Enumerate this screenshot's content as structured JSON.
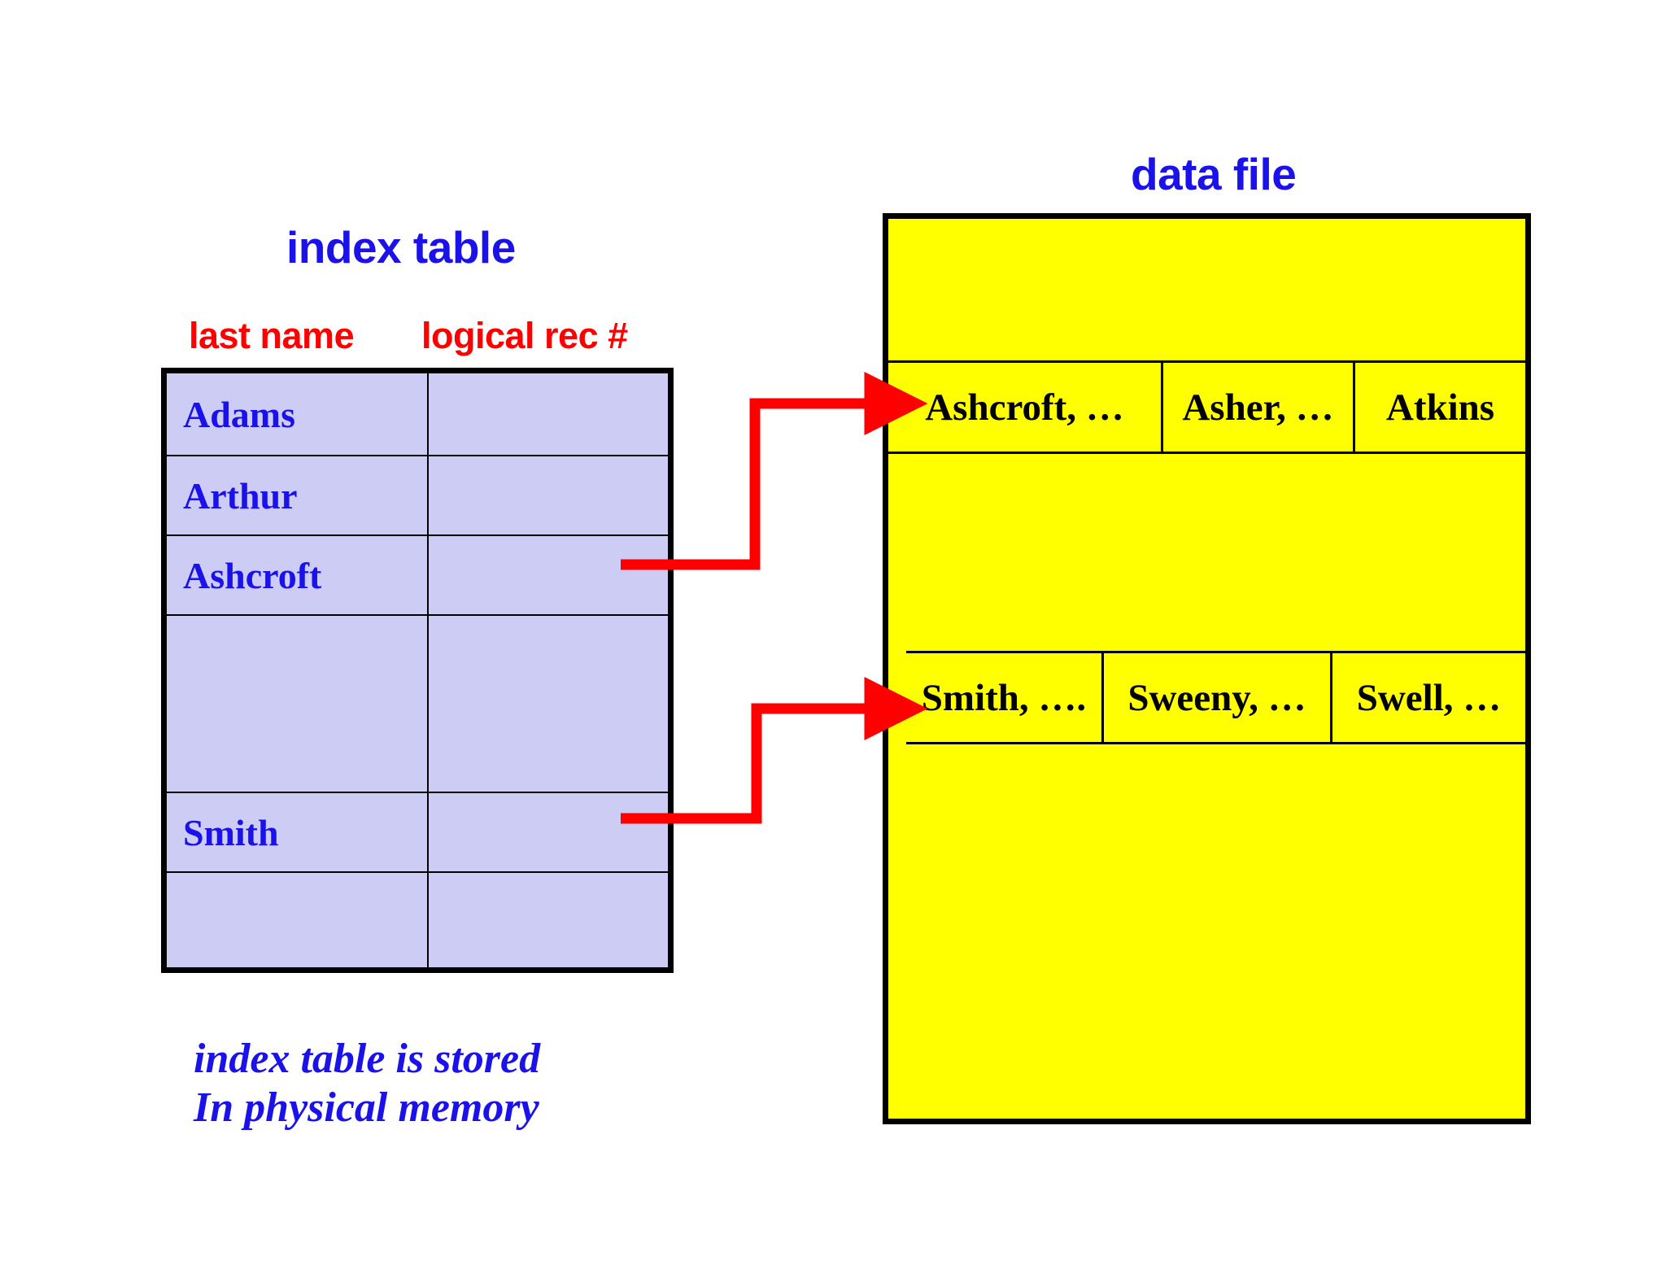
{
  "diagram": {
    "index_table": {
      "title": "index table",
      "column_headers": {
        "name": "last name",
        "rec": "logical rec #"
      },
      "rows": [
        {
          "name": "Adams",
          "rec": ""
        },
        {
          "name": "Arthur",
          "rec": ""
        },
        {
          "name": "Ashcroft",
          "rec": ""
        },
        {
          "name": "",
          "rec": ""
        },
        {
          "name": "Smith",
          "rec": ""
        },
        {
          "name": "",
          "rec": ""
        }
      ],
      "caption_line_1": "index table is stored",
      "caption_line_2": "In physical memory"
    },
    "data_file": {
      "title": "data file",
      "records": [
        {
          "cells": [
            "Ashcroft, …",
            "Asher, …",
            "Atkins"
          ]
        },
        {
          "cells": [
            "Smith, ….",
            "Sweeny, …",
            "Swell, …"
          ]
        }
      ]
    },
    "arrows": [
      {
        "from": "index-row-ashcroft",
        "to": "data-record-1"
      },
      {
        "from": "index-row-smith",
        "to": "data-record-2"
      }
    ],
    "colors": {
      "title_blue": "#1a12e8",
      "header_red": "#ff0000",
      "index_fill": "#ccccf5",
      "data_fill": "#ffff00",
      "arrow_red": "#ff0000",
      "border_black": "#000000"
    }
  }
}
